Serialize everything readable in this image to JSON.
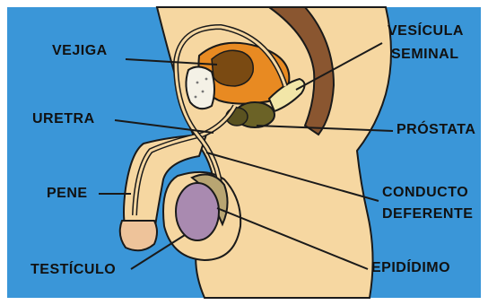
{
  "labels": {
    "vejiga": "VEJIGA",
    "vesicula_line1": "VESÍCULA",
    "vesicula_line2": "SEMINAL",
    "uretra": "URETRA",
    "prostata": "PRÓSTATA",
    "pene": "PENE",
    "conducto_line1": "CONDUCTO",
    "conducto_line2": "DEFERENTE",
    "testiculo": "TESTÍCULO",
    "epididimo": "EPIDÍDIMO"
  },
  "colors": {
    "background": "#3a96d8",
    "skin": "#f6d7a1",
    "skin_shadow": "#e7b87c",
    "bladder": "#e88a22",
    "bladder_dark": "#7a4a12",
    "seminal_vesicle": "#f2e6a8",
    "prostate": "#6b6226",
    "rectum": "#8a5630",
    "testis": "#a98ab0",
    "epididymis": "#b8a572",
    "outline": "#1a1a1a"
  }
}
